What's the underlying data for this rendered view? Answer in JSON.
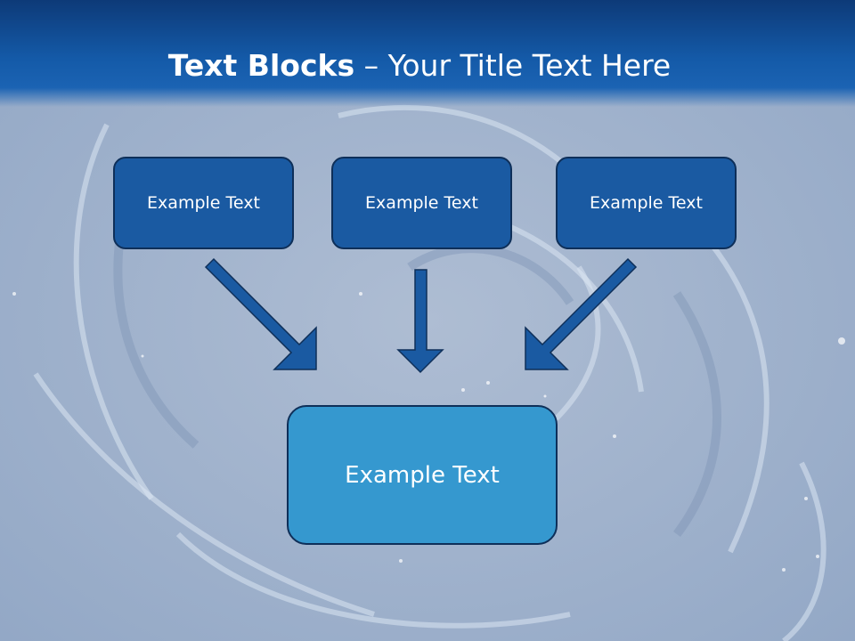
{
  "title": {
    "bold_part": "Text Blocks",
    "separator": " – ",
    "rest": "Your Title Text Here"
  },
  "blocks": {
    "top": [
      "Example Text",
      "Example Text",
      "Example Text"
    ],
    "bottom": "Example Text"
  },
  "colors": {
    "title_bar": "#145aa8",
    "top_box_fill": "#1a5aa2",
    "bottom_box_fill": "#3598cf",
    "border": "#0e2f59",
    "arrow": "#1a5aa2"
  }
}
